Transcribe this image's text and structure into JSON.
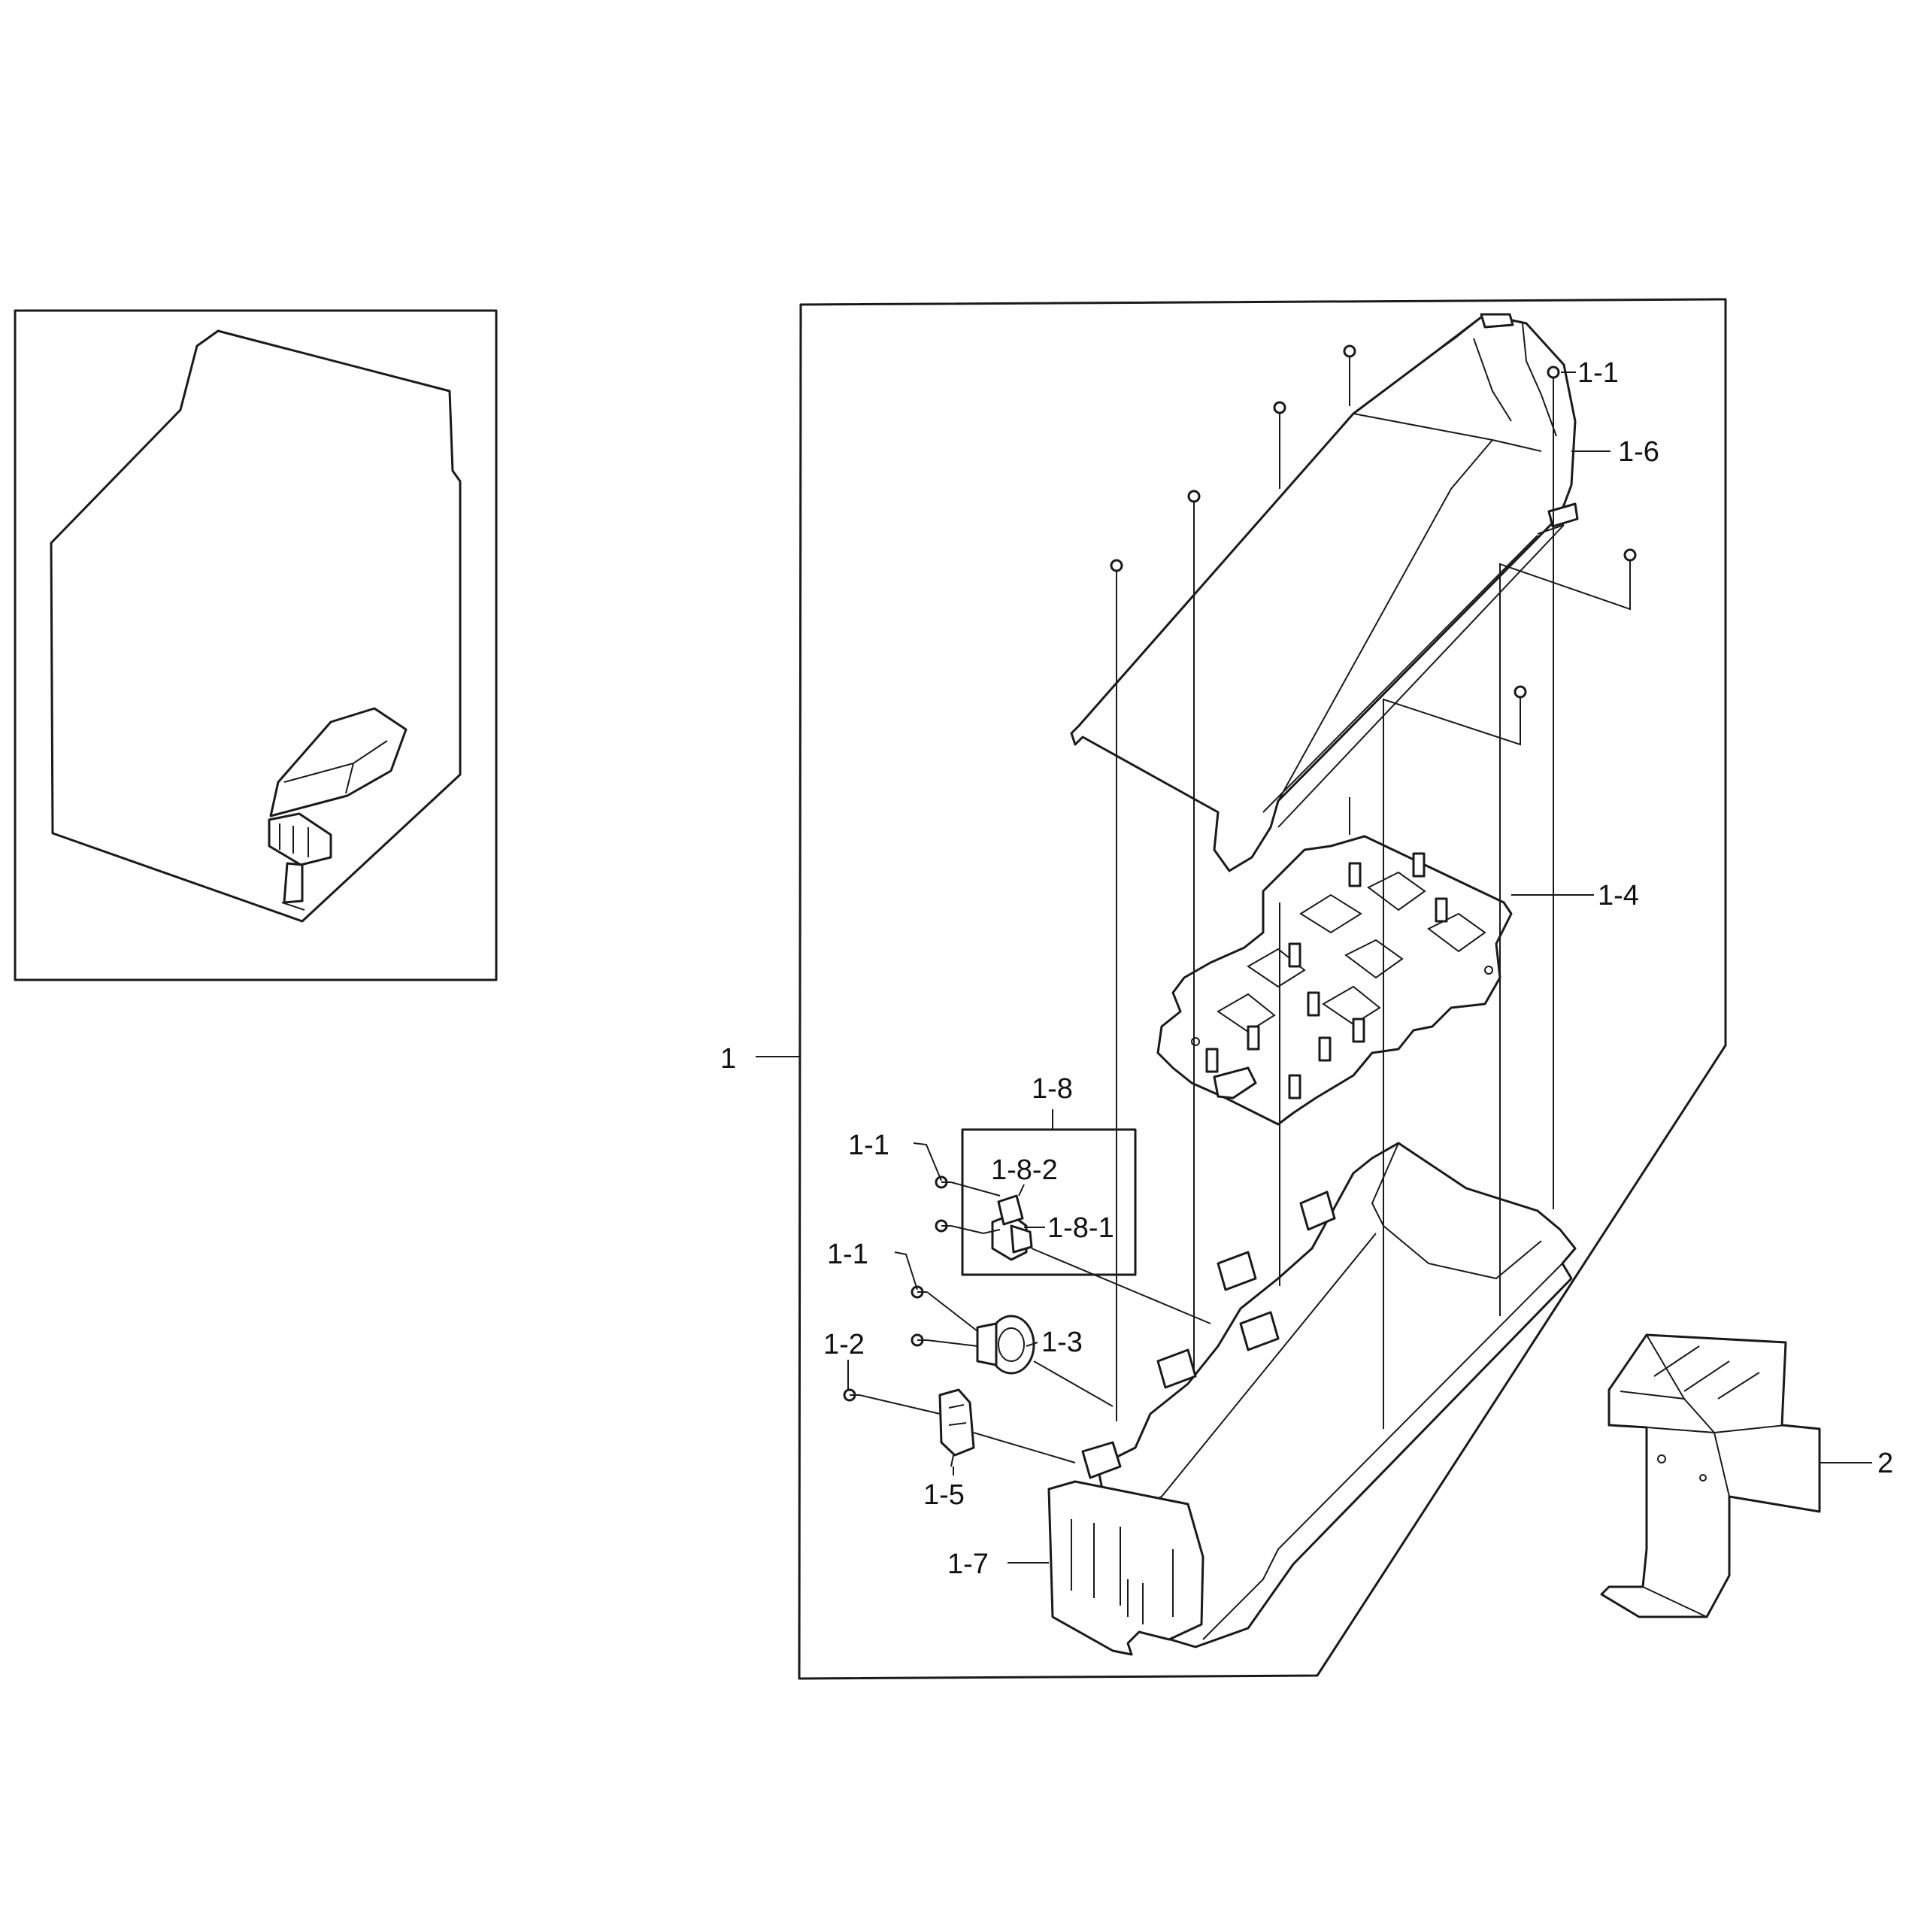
{
  "labels": {
    "assembly": "1",
    "screw_top": "1-1",
    "screw_thermostat": "1-1",
    "screw_fuse": "1-1",
    "screw_sensor": "1-2",
    "thermostat": "1-3",
    "heater_plate": "1-4",
    "sensor": "1-5",
    "top_cover": "1-6",
    "bottom_shield": "1-7",
    "fuse_group": "1-8",
    "fuse_1": "1-8-1",
    "fuse_2": "1-8-2",
    "bracket": "2"
  },
  "colors": {
    "line": "#1a1a1a",
    "background": "#ffffff"
  }
}
